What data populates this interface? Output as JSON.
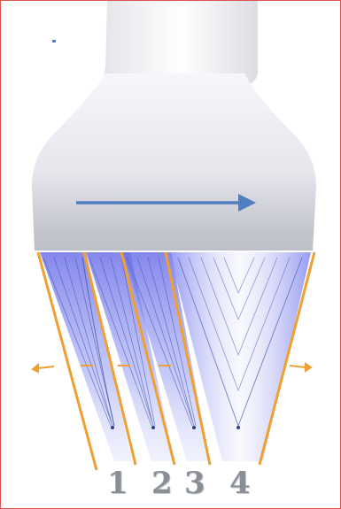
{
  "diagram": {
    "description_colors": {
      "transducer_body": "#e8e9ee",
      "transducer_shadow": "#b9bac4",
      "arrow": "#4f7fc0",
      "beam_lines": "#f0a030",
      "beam_fill": "#7b82f0",
      "label_color": "#8a8f96",
      "frame_border": "#d9534f"
    },
    "labels": [
      "1",
      "2",
      "3",
      "4"
    ],
    "icons": [
      "transducer-icon",
      "sweep-arrow-icon"
    ]
  }
}
